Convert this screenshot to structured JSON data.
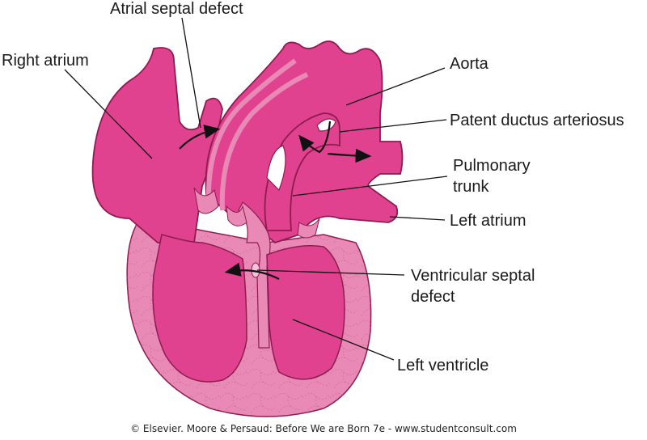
{
  "colors": {
    "chamber": "#e0428f",
    "wall": "#e98ab6",
    "wall_dark": "#c2306f",
    "outline": "#8e1c4f",
    "muscle_pattern": "#d46a9c",
    "leader": "#111111"
  },
  "labels": {
    "atrial_septal_defect": "Atrial septal defect",
    "right_atrium": "Right atrium",
    "aorta": "Aorta",
    "patent_ductus_arteriosus": "Patent ductus arteriosus",
    "pulmonary_trunk_line1": "Pulmonary",
    "pulmonary_trunk_line2": "trunk",
    "left_atrium": "Left atrium",
    "ventricular_septal_defect_line1": "Ventricular septal",
    "ventricular_septal_defect_line2": "defect",
    "left_ventricle": "Left ventricle"
  },
  "copyright": "© Elsevier. Moore & Persaud: Before We are Born 7e - www.studentconsult.com"
}
